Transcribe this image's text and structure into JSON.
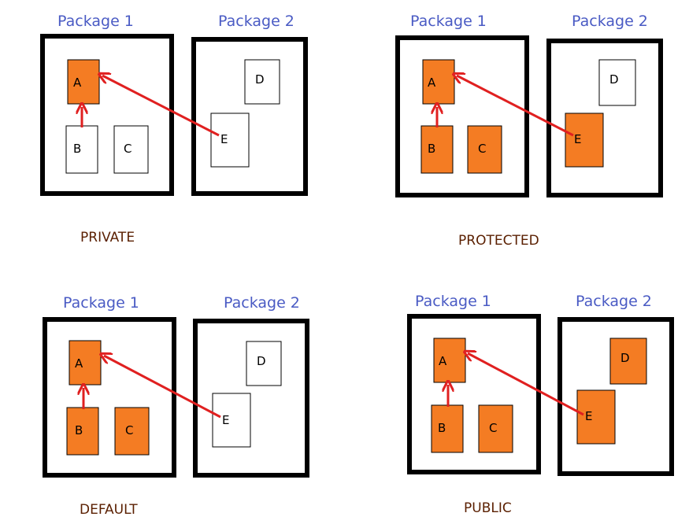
{
  "colors": {
    "package_label": "#4a5bc4",
    "scenario_label": "#5a1f00",
    "highlight": "#f47c23",
    "plain": "#ffffff",
    "arrow": "#e02020",
    "border": "#000000"
  },
  "scenarios": [
    {
      "title": "PRIVATE",
      "packages": [
        "Package 1",
        "Package 2"
      ],
      "classes": [
        {
          "label": "A",
          "highlighted": true
        },
        {
          "label": "B",
          "highlighted": false
        },
        {
          "label": "C",
          "highlighted": false
        },
        {
          "label": "D",
          "highlighted": false
        },
        {
          "label": "E",
          "highlighted": false
        }
      ]
    },
    {
      "title": "PROTECTED",
      "packages": [
        "Package 1",
        "Package 2"
      ],
      "classes": [
        {
          "label": "A",
          "highlighted": true
        },
        {
          "label": "B",
          "highlighted": true
        },
        {
          "label": "C",
          "highlighted": true
        },
        {
          "label": "D",
          "highlighted": false
        },
        {
          "label": "E",
          "highlighted": true
        }
      ]
    },
    {
      "title": "DEFAULT",
      "packages": [
        "Package 1",
        "Package 2"
      ],
      "classes": [
        {
          "label": "A",
          "highlighted": true
        },
        {
          "label": "B",
          "highlighted": true
        },
        {
          "label": "C",
          "highlighted": true
        },
        {
          "label": "D",
          "highlighted": false
        },
        {
          "label": "E",
          "highlighted": false
        }
      ]
    },
    {
      "title": "PUBLIC",
      "packages": [
        "Package 1",
        "Package 2"
      ],
      "classes": [
        {
          "label": "A",
          "highlighted": true
        },
        {
          "label": "B",
          "highlighted": true
        },
        {
          "label": "C",
          "highlighted": true
        },
        {
          "label": "D",
          "highlighted": true
        },
        {
          "label": "E",
          "highlighted": true
        }
      ]
    }
  ]
}
